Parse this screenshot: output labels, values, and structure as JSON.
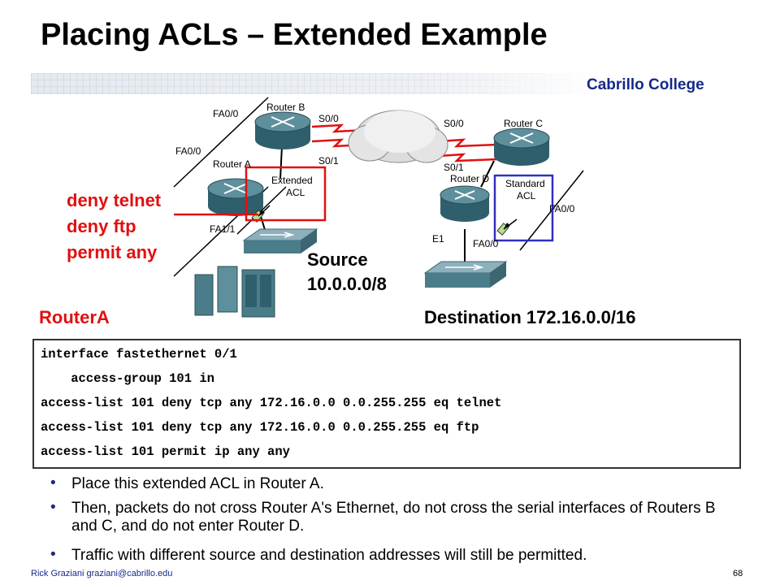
{
  "slide": {
    "title": "Placing ACLs – Extended Example",
    "college": "Cabrillo College",
    "footer": "Rick Graziani  graziani@cabrillo.edu",
    "page": "68"
  },
  "diagram": {
    "labels": {
      "fa00_b": "FA0/0",
      "router_b": "Router B",
      "s00_b": "S0/0",
      "s00_c": "S0/0",
      "router_c": "Router C",
      "fa00_a": "FA0/0",
      "router_a": "Router A",
      "s01_b": "S0/1",
      "s01_c": "S0/1",
      "router_d": "Router D",
      "extended": "Extended",
      "acl_ext": "ACL",
      "standard": "Standard",
      "acl_std": "ACL",
      "fa00_c": "FA0/0",
      "fa01_a": "FA1/1",
      "e1": "E1",
      "fa00_d": "FA0/0"
    },
    "acl_rules": [
      "deny telnet",
      "deny ftp",
      "permit any"
    ],
    "source_label": "Source",
    "source_net": "10.0.0.0/8",
    "router_label": "RouterA",
    "destination": "Destination 172.16.0.0/16"
  },
  "config": {
    "lines": [
      "interface fastethernet 0/1",
      "    access-group 101 in",
      "access-list 101 deny tcp any 172.16.0.0 0.0.255.255 eq telnet",
      "access-list 101 deny tcp any 172.16.0.0 0.0.255.255 eq ftp",
      "access-list 101 permit ip any any"
    ]
  },
  "bullets": [
    "Place this extended ACL in Router A.",
    "Then, packets do not cross Router A's Ethernet, do not cross the serial interfaces of Routers B and C, and do not enter Router D.",
    "Traffic with different source and destination addresses will still be permitted."
  ],
  "colors": {
    "accent_red": "#e01010",
    "accent_blue": "#3030c0",
    "title_blue": "#14298a",
    "router_teal": "#4a7c8a"
  },
  "icons": [
    "router-icon",
    "switch-icon",
    "cloud-icon",
    "server-icon",
    "filter-icon"
  ]
}
